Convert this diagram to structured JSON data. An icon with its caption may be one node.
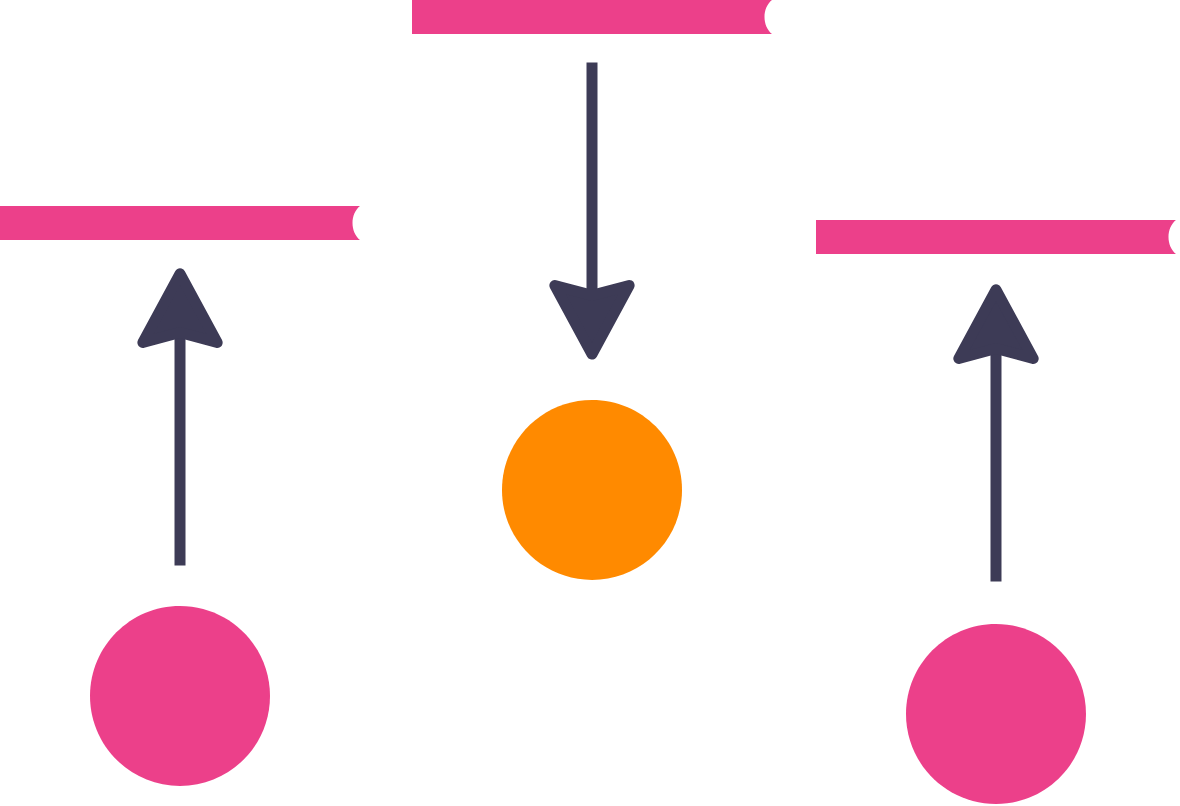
{
  "diagram": {
    "nodes": [
      {
        "text": [],
        "shape": "bar"
      },
      {
        "text": [],
        "shape": "bar"
      },
      {
        "text": [],
        "shape": "bar"
      },
      {
        "text": [],
        "shape": "circle"
      },
      {
        "text": [],
        "shape": "circle"
      },
      {
        "text": [],
        "shape": "circle"
      }
    ],
    "edges": [
      {
        "from": 3,
        "to": 0,
        "arrow": "to"
      },
      {
        "from": 1,
        "to": 4,
        "arrow": "to"
      },
      {
        "from": 5,
        "to": 2,
        "arrow": "to"
      }
    ]
  }
}
